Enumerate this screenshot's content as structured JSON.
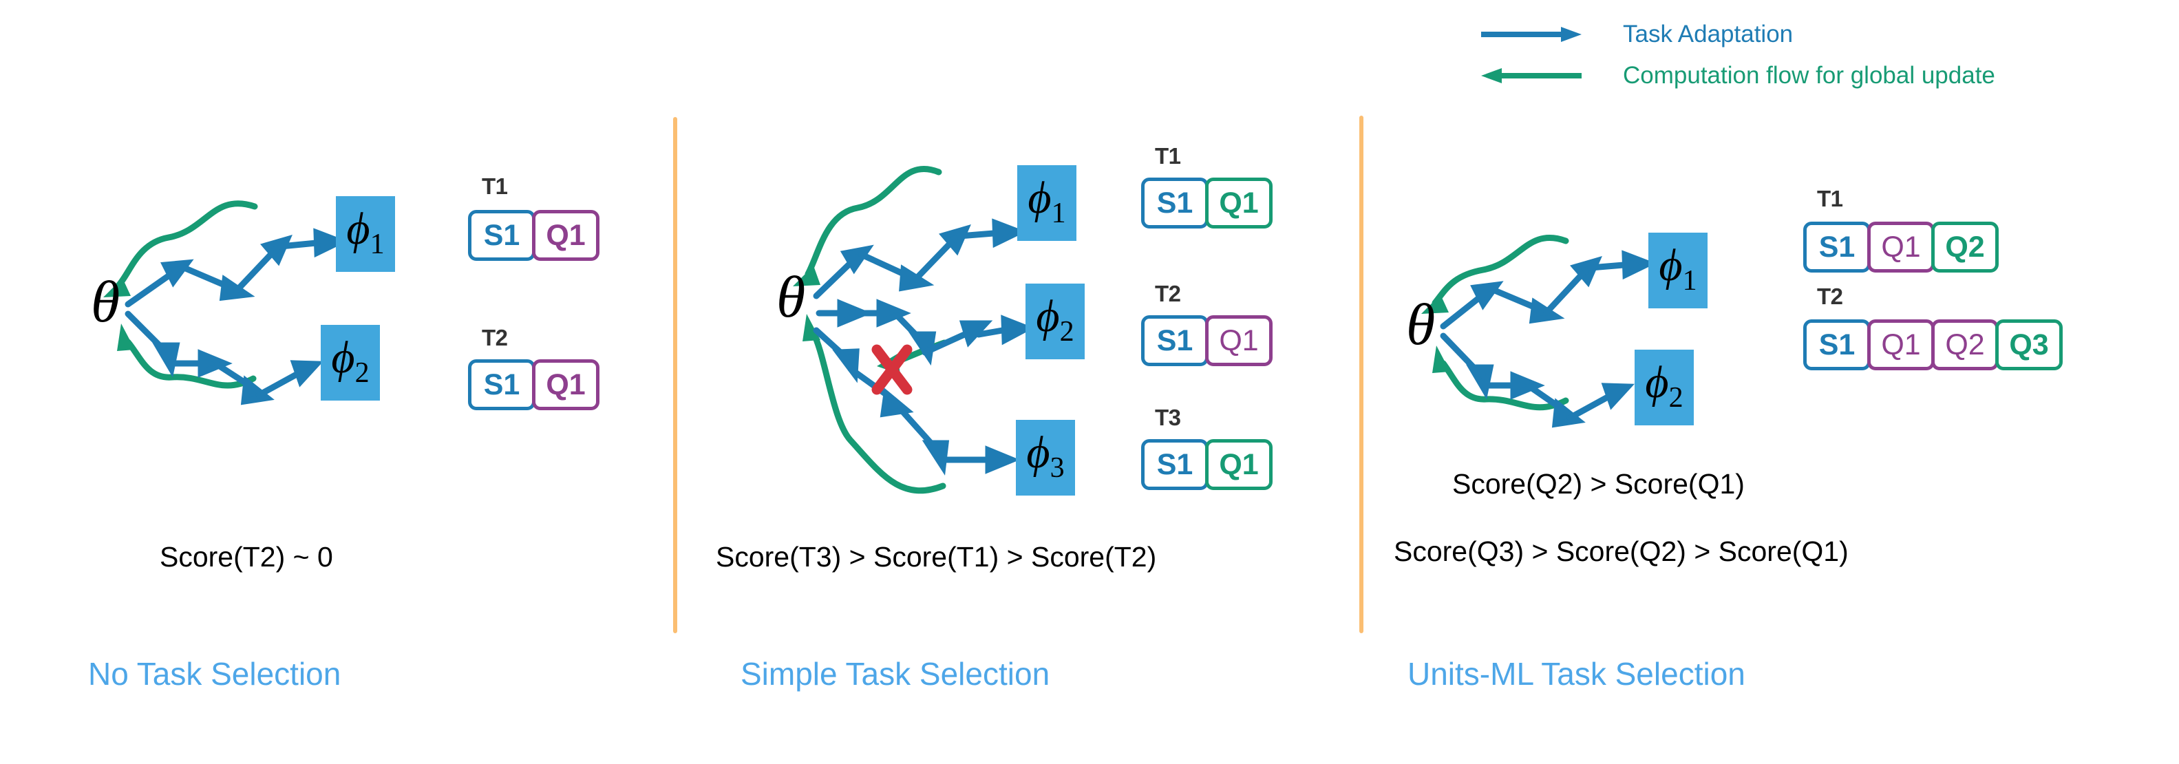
{
  "colors": {
    "task_adaptation": "#1f7cb4",
    "computation_flow": "#179b74",
    "phi_box_fill": "#41a7dd",
    "divider": "#fbbe72",
    "panel_title": "#4da6e8",
    "blocked_marker": "#d6323c",
    "s_box": "#1f7cb4",
    "q_purple": "#8e3f8e",
    "q_green": "#179b74",
    "task_label": "#333333"
  },
  "legend": {
    "items": [
      {
        "icon": "arrow-right-icon",
        "label": "Task Adaptation",
        "color": "#1f7cb4",
        "direction": "right"
      },
      {
        "icon": "arrow-left-icon",
        "label": "Computation flow for global update",
        "color": "#179b74",
        "direction": "left"
      }
    ]
  },
  "panels": [
    {
      "id": "no-task-selection",
      "title": "No Task Selection",
      "score_lines": [
        "Score(T2)  ~ 0"
      ],
      "root": "θ",
      "nodes": [
        {
          "label": "ϕ",
          "sub": "1",
          "blocked": false
        },
        {
          "label": "ϕ",
          "sub": "2",
          "blocked": false
        }
      ],
      "tasks": [
        {
          "name": "T1",
          "cells": [
            {
              "text": "S1",
              "color": "blue",
              "dim": false
            },
            {
              "text": "Q1",
              "color": "purple",
              "dim": false
            }
          ]
        },
        {
          "name": "T2",
          "cells": [
            {
              "text": "S1",
              "color": "blue",
              "dim": false
            },
            {
              "text": "Q1",
              "color": "purple",
              "dim": false
            }
          ]
        }
      ]
    },
    {
      "id": "simple-task-selection",
      "title": "Simple Task Selection",
      "score_lines": [
        "Score(T3) > Score(T1) > Score(T2)"
      ],
      "root": "θ",
      "nodes": [
        {
          "label": "ϕ",
          "sub": "1",
          "blocked": false
        },
        {
          "label": "ϕ",
          "sub": "2",
          "blocked": true
        },
        {
          "label": "ϕ",
          "sub": "3",
          "blocked": false
        }
      ],
      "tasks": [
        {
          "name": "T1",
          "cells": [
            {
              "text": "S1",
              "color": "blue",
              "dim": false
            },
            {
              "text": "Q1",
              "color": "green",
              "dim": false
            }
          ]
        },
        {
          "name": "T2",
          "cells": [
            {
              "text": "S1",
              "color": "blue",
              "dim": false
            },
            {
              "text": "Q1",
              "color": "purple",
              "dim": true
            }
          ]
        },
        {
          "name": "T3",
          "cells": [
            {
              "text": "S1",
              "color": "blue",
              "dim": false
            },
            {
              "text": "Q1",
              "color": "green",
              "dim": false
            }
          ]
        }
      ]
    },
    {
      "id": "units-ml-task-selection",
      "title": "Units-ML Task Selection",
      "score_lines": [
        "Score(Q2) > Score(Q1)",
        "Score(Q3) > Score(Q2) > Score(Q1)"
      ],
      "root": "θ",
      "nodes": [
        {
          "label": "ϕ",
          "sub": "1",
          "blocked": false
        },
        {
          "label": "ϕ",
          "sub": "2",
          "blocked": false
        }
      ],
      "tasks": [
        {
          "name": "T1",
          "cells": [
            {
              "text": "S1",
              "color": "blue",
              "dim": false
            },
            {
              "text": "Q1",
              "color": "purple",
              "dim": true
            },
            {
              "text": "Q2",
              "color": "green",
              "dim": false
            }
          ]
        },
        {
          "name": "T2",
          "cells": [
            {
              "text": "S1",
              "color": "blue",
              "dim": false
            },
            {
              "text": "Q1",
              "color": "purple",
              "dim": true
            },
            {
              "text": "Q2",
              "color": "purple",
              "dim": true
            },
            {
              "text": "Q3",
              "color": "green",
              "dim": false
            }
          ]
        }
      ]
    }
  ]
}
